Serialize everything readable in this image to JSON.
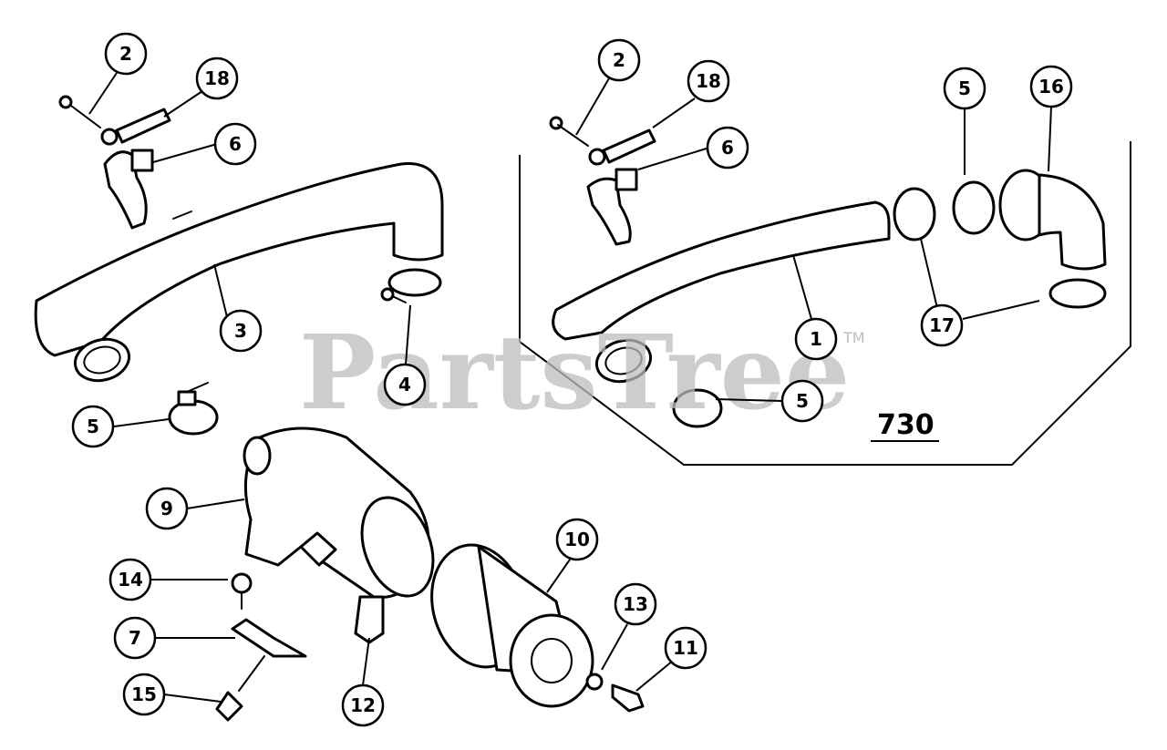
{
  "watermark": {
    "text": "PartsTree",
    "trademark": "TM"
  },
  "model_label": "730",
  "callouts": [
    {
      "id": "left-2",
      "label": "2"
    },
    {
      "id": "left-18",
      "label": "18"
    },
    {
      "id": "left-6",
      "label": "6"
    },
    {
      "id": "left-3",
      "label": "3"
    },
    {
      "id": "left-4",
      "label": "4"
    },
    {
      "id": "left-5",
      "label": "5"
    },
    {
      "id": "right-2",
      "label": "2"
    },
    {
      "id": "right-18",
      "label": "18"
    },
    {
      "id": "right-6",
      "label": "6"
    },
    {
      "id": "right-5-top",
      "label": "5"
    },
    {
      "id": "right-16",
      "label": "16"
    },
    {
      "id": "right-17",
      "label": "17"
    },
    {
      "id": "right-1",
      "label": "1"
    },
    {
      "id": "right-5-bottom",
      "label": "5"
    },
    {
      "id": "bottom-9",
      "label": "9"
    },
    {
      "id": "bottom-10",
      "label": "10"
    },
    {
      "id": "bottom-14",
      "label": "14"
    },
    {
      "id": "bottom-7",
      "label": "7"
    },
    {
      "id": "bottom-15",
      "label": "15"
    },
    {
      "id": "bottom-12",
      "label": "12"
    },
    {
      "id": "bottom-13",
      "label": "13"
    },
    {
      "id": "bottom-11",
      "label": "11"
    }
  ]
}
